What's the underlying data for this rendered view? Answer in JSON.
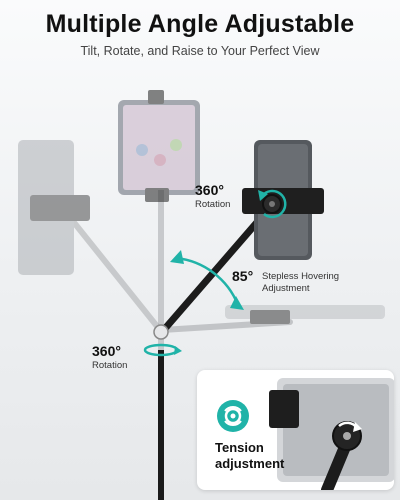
{
  "header": {
    "title": "Multiple Angle Adjustable",
    "subtitle": "Tilt, Rotate, and Raise to Your Perfect View"
  },
  "callouts": {
    "rotation_top": {
      "value": "360°",
      "caption": "Rotation"
    },
    "hover": {
      "value": "85°",
      "caption_line1": "Stepless Hovering",
      "caption_line2": "Adjustment"
    },
    "rotation_bottom": {
      "value": "360°",
      "caption": "Rotation"
    }
  },
  "inset": {
    "label_line1": "Tension",
    "label_line2": "adjustment",
    "icon": "tension-knob-icon"
  },
  "colors": {
    "accent_teal": "#20b3a8",
    "headline": "#111111"
  }
}
